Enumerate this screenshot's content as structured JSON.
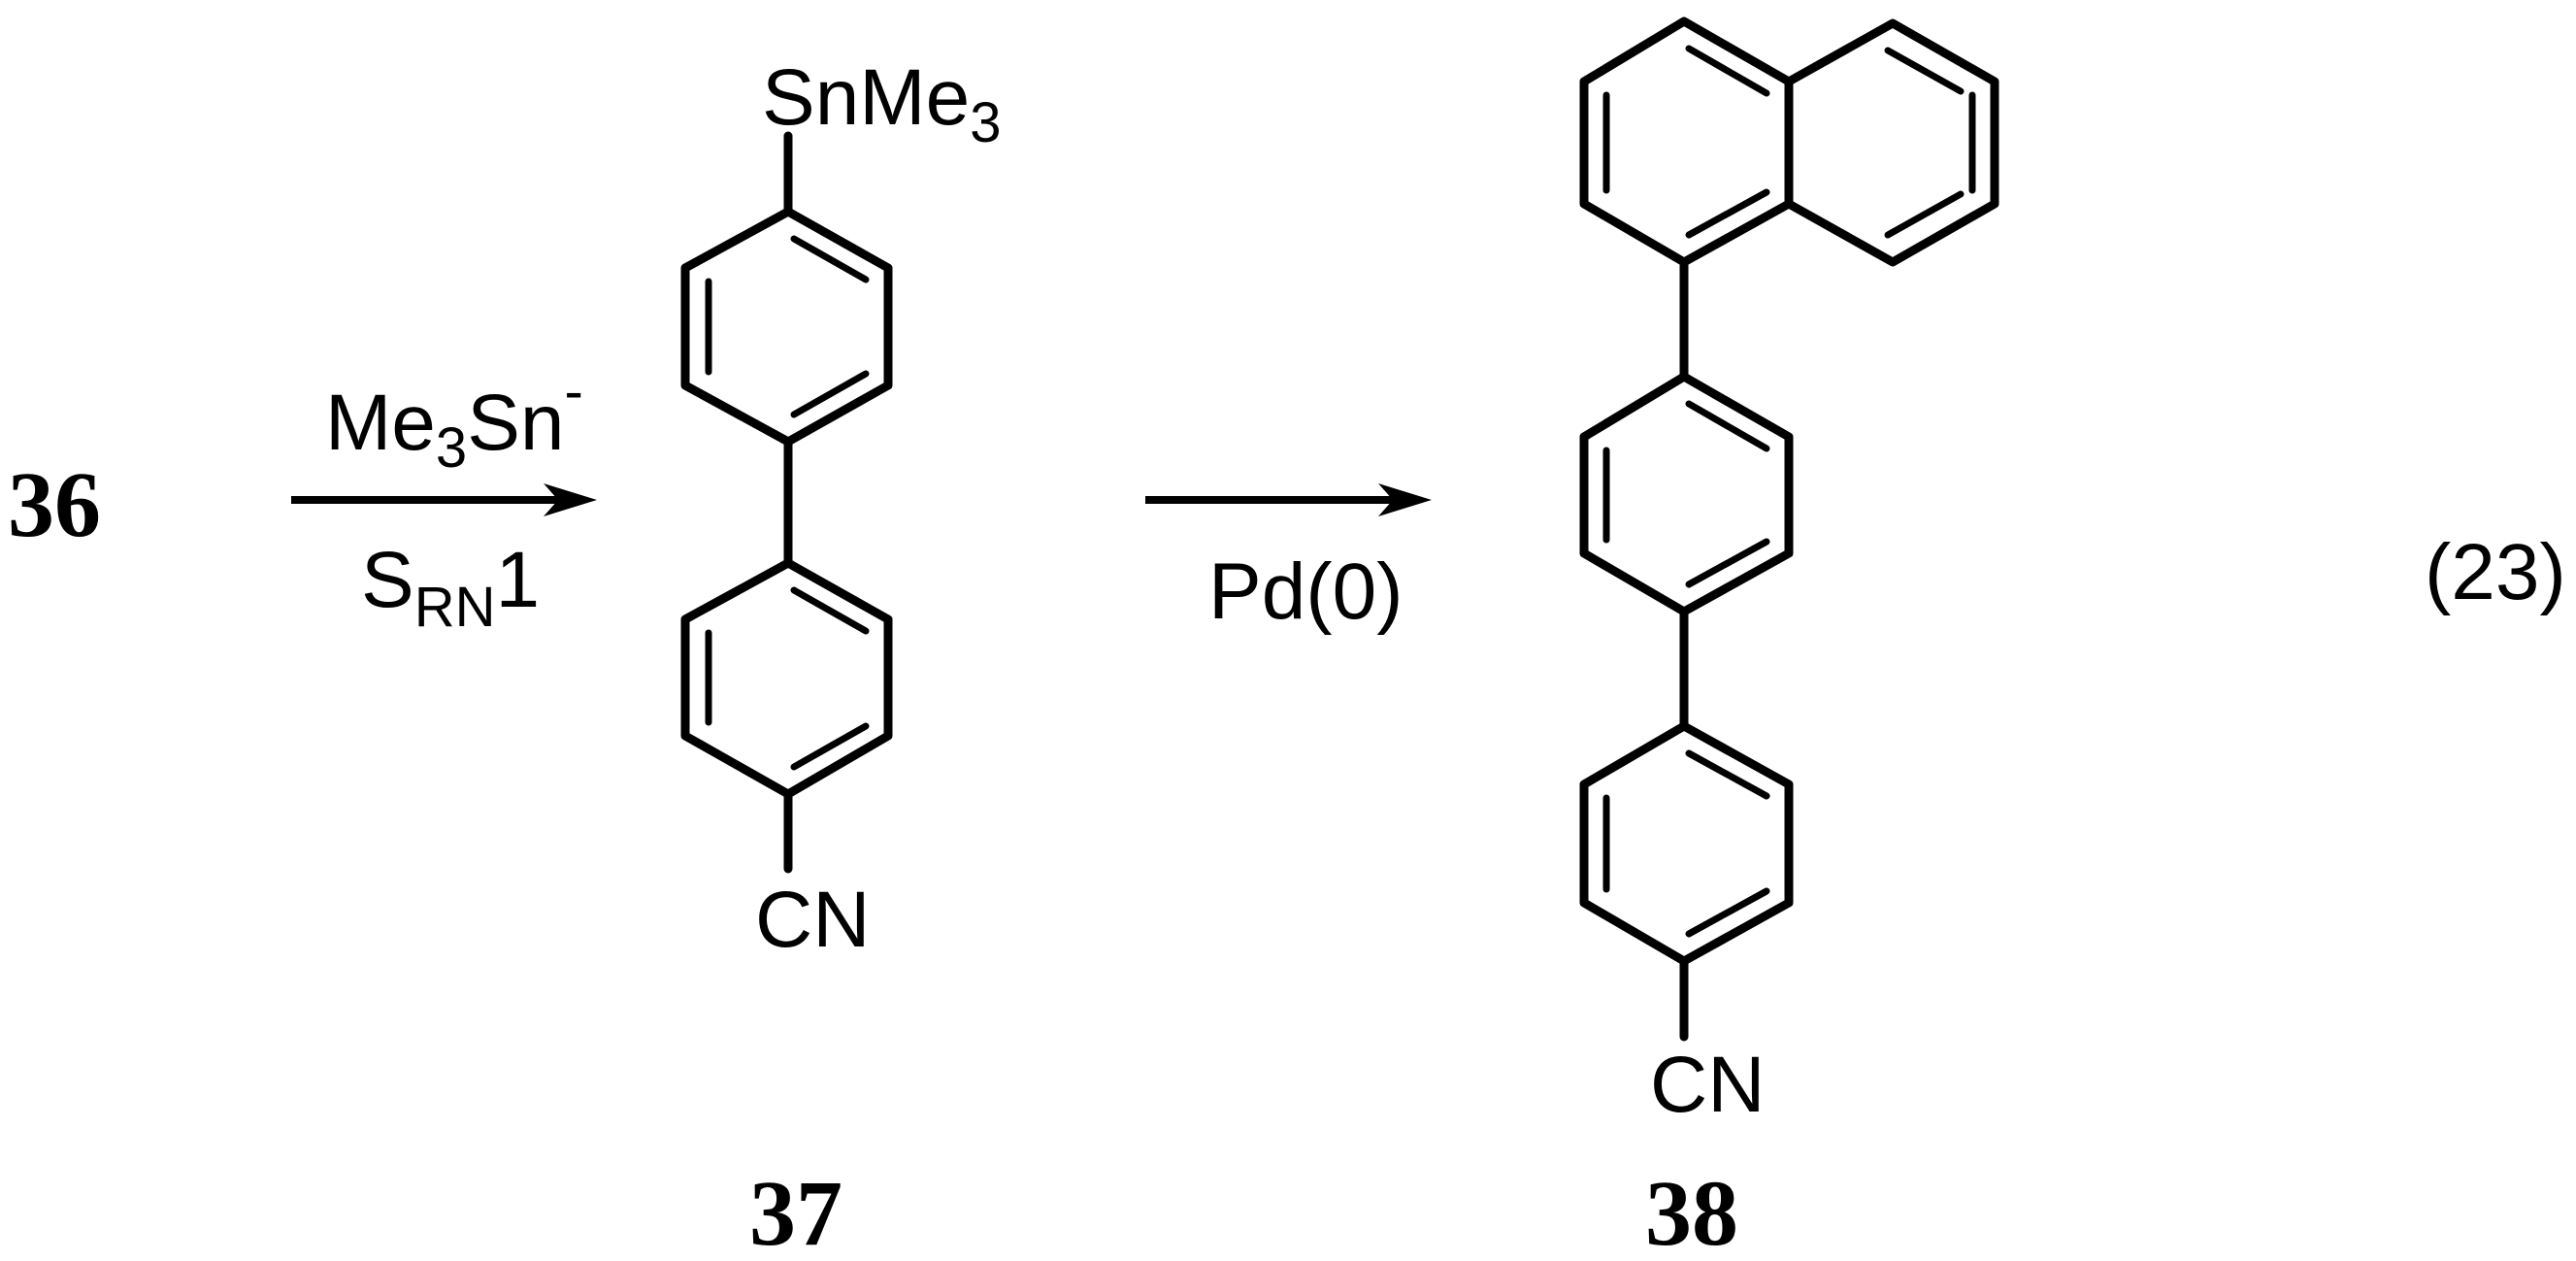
{
  "compounds": {
    "start": {
      "number": "36"
    },
    "intermediate": {
      "number": "37",
      "top_group": "SnMe",
      "top_group_sub": "3",
      "bottom_group": "CN"
    },
    "product": {
      "number": "38",
      "bottom_group": "CN"
    }
  },
  "step1": {
    "reagent": "Me",
    "reagent_sub": "3",
    "reagent_rest": "Sn",
    "reagent_charge": "-",
    "condition": "S",
    "condition_sub": "RN",
    "condition_rest": "1"
  },
  "step2": {
    "reagent": "Pd(0)"
  },
  "equation_number": "(23)"
}
